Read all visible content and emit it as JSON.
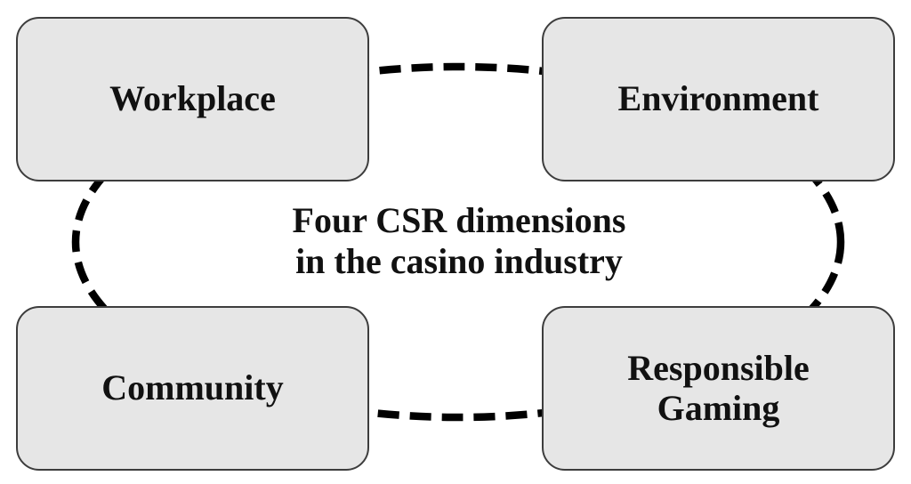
{
  "diagram": {
    "title": {
      "line1": "Four CSR dimensions",
      "line2": "in the casino industry"
    },
    "nodes": [
      {
        "id": "workplace",
        "label": "Workplace"
      },
      {
        "id": "environment",
        "label": "Environment"
      },
      {
        "id": "community",
        "label": "Community"
      },
      {
        "id": "responsible-gaming",
        "label": "Responsible Gaming"
      }
    ],
    "connector": {
      "style": "dashed-ellipse",
      "color": "#000000"
    },
    "colors": {
      "node_fill": "#e6e6e6",
      "node_border": "#3d3d3d",
      "text": "#111111",
      "background": "#ffffff"
    }
  }
}
